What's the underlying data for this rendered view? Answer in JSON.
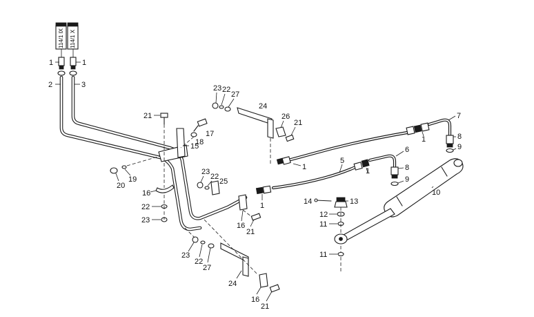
{
  "diagram": {
    "tags": [
      "114/1 Ⅸ",
      "114/1 Ⅹ"
    ],
    "callouts": {
      "c1": "1",
      "c2": "2",
      "c3": "3",
      "c5": "5",
      "c6": "6",
      "c7": "7",
      "c8": "8",
      "c9": "9",
      "c10": "10",
      "c11": "11",
      "c12": "12",
      "c13": "13",
      "c14": "14",
      "c15": "15",
      "c16": "16",
      "c17": "17",
      "c18": "18",
      "c19": "19",
      "c20": "20",
      "c21": "21",
      "c22": "22",
      "c23": "23",
      "c24": "24",
      "c25": "25",
      "c26": "26",
      "c27": "27"
    }
  }
}
